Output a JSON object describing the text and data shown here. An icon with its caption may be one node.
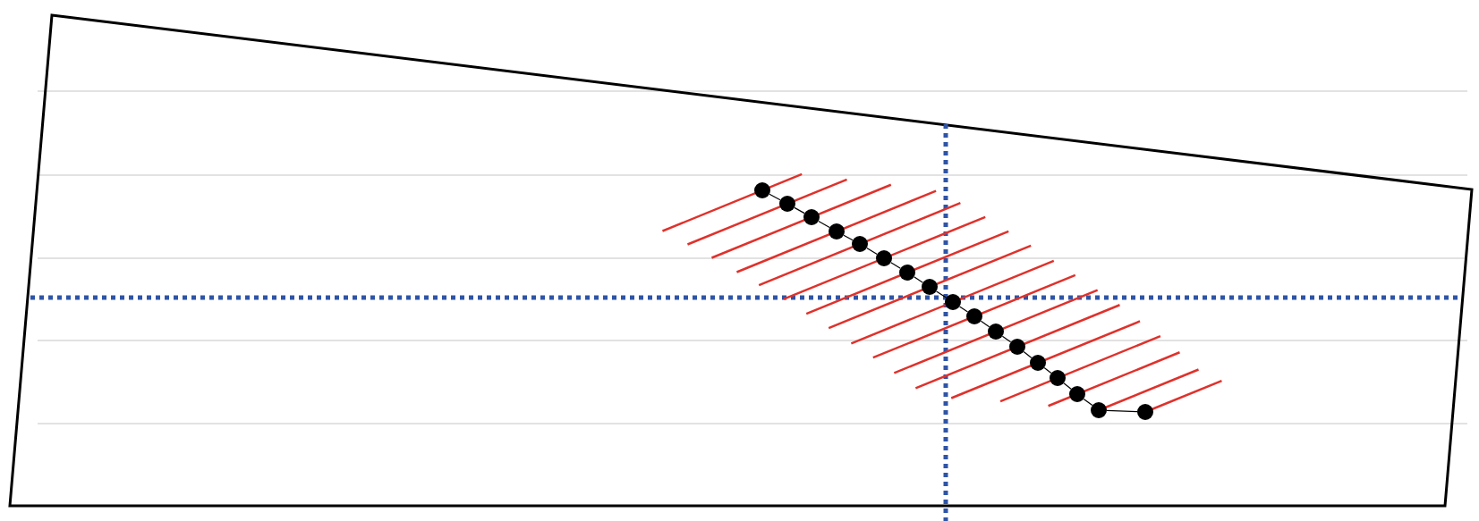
{
  "diagram": {
    "nodes": [
      {
        "text": [],
        "shape": "circle"
      },
      {
        "text": [],
        "shape": "circle"
      },
      {
        "text": [],
        "shape": "circle"
      },
      {
        "text": [],
        "shape": "circle"
      },
      {
        "text": [],
        "shape": "circle"
      },
      {
        "text": [],
        "shape": "circle"
      },
      {
        "text": [],
        "shape": "circle"
      },
      {
        "text": [],
        "shape": "circle"
      },
      {
        "text": [],
        "shape": "circle"
      },
      {
        "text": [],
        "shape": "circle"
      },
      {
        "text": [],
        "shape": "circle"
      },
      {
        "text": [],
        "shape": "circle"
      },
      {
        "text": [],
        "shape": "circle"
      },
      {
        "text": [],
        "shape": "circle"
      },
      {
        "text": [],
        "shape": "circle"
      },
      {
        "text": [],
        "shape": "circle"
      },
      {
        "text": [],
        "shape": "circle"
      }
    ],
    "edges": [
      {
        "from": 0,
        "to": 1,
        "arrow": "none"
      },
      {
        "from": 1,
        "to": 2,
        "arrow": "none"
      },
      {
        "from": 2,
        "to": 3,
        "arrow": "none"
      },
      {
        "from": 3,
        "to": 4,
        "arrow": "none"
      },
      {
        "from": 4,
        "to": 5,
        "arrow": "none"
      },
      {
        "from": 5,
        "to": 6,
        "arrow": "none"
      },
      {
        "from": 6,
        "to": 7,
        "arrow": "none"
      },
      {
        "from": 7,
        "to": 8,
        "arrow": "none"
      },
      {
        "from": 8,
        "to": 9,
        "arrow": "none"
      },
      {
        "from": 9,
        "to": 10,
        "arrow": "none"
      },
      {
        "from": 10,
        "to": 11,
        "arrow": "none"
      },
      {
        "from": 11,
        "to": 12,
        "arrow": "none"
      },
      {
        "from": 12,
        "to": 13,
        "arrow": "none"
      },
      {
        "from": 13,
        "to": 14,
        "arrow": "none"
      },
      {
        "from": 14,
        "to": 15,
        "arrow": "none"
      },
      {
        "from": 15,
        "to": 16,
        "arrow": "none"
      }
    ]
  }
}
